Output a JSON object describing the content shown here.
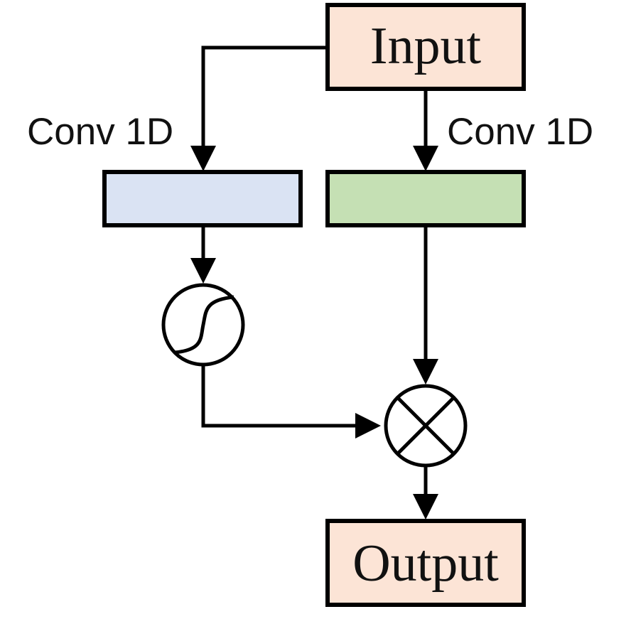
{
  "diagram": {
    "input_label": "Input",
    "output_label": "Output",
    "conv_left_label": "Conv 1D",
    "conv_right_label": "Conv 1D"
  },
  "colors": {
    "io_box_fill": "#FCE4D6",
    "conv_left_fill": "#DAE3F3",
    "conv_right_fill": "#C5E0B4",
    "stroke": "#000000"
  },
  "icons": {
    "activation": "sigmoid-icon",
    "combine": "multiply-icon"
  }
}
